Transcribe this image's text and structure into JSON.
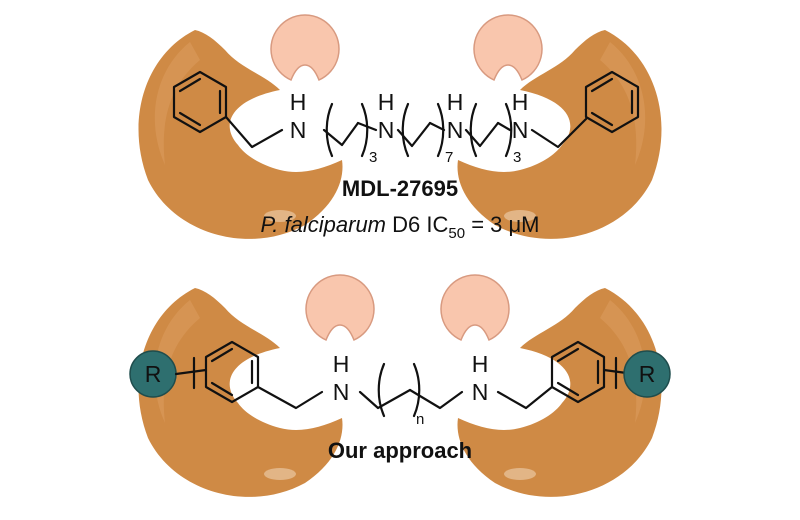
{
  "top": {
    "name": "MDL-27695",
    "activity_species": "P. falciparum",
    "activity_strain": "D6",
    "activity_ic_main": "IC",
    "activity_ic_sub": "50",
    "activity_value": "= 3 μM",
    "chain_lengths": [
      "3",
      "7",
      "3"
    ],
    "amine_labels": [
      "N",
      "N",
      "N",
      "N"
    ],
    "hydrogen_labels": [
      "H",
      "H",
      "H",
      "H"
    ]
  },
  "bottom": {
    "caption": "Our approach",
    "chain_length": "n",
    "amine_labels": [
      "N",
      "N"
    ],
    "hydrogen_labels": [
      "H",
      "H"
    ],
    "substituent_labels": [
      "R",
      "R"
    ]
  },
  "colors": {
    "large_pocket": "#cf8a45",
    "small_pocket": "#f9c6ad",
    "r_group": "#2e6f6f"
  }
}
